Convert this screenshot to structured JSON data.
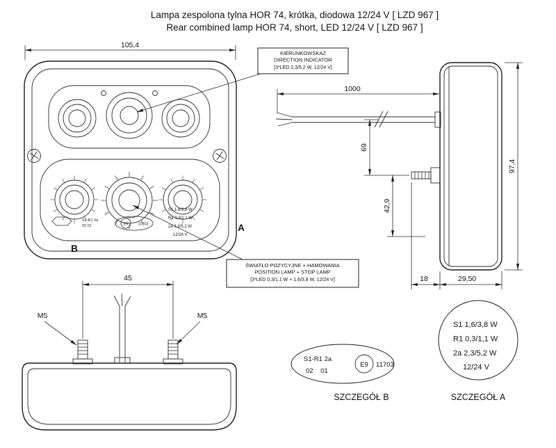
{
  "palette": {
    "ink": "#1a1a1a",
    "background": "#ffffff"
  },
  "title": {
    "line1": "Lampa zespolona tylna HOR 74, krótka, diodowa 12/24 V [ LZD 967 ]",
    "line2": "Rear combined lamp HOR 74, short, LED 12/24 V [ LZD 967 ]"
  },
  "callout_direction": {
    "line1": "KIERUNKOWSKAZ",
    "line2": "DIRECTION INDICATOR",
    "line3": "[3*LED 2,3/5,2 W, 12/24 V]"
  },
  "callout_position": {
    "line1": "ŚWIATŁO POZYCYJNE + HAMOWANIA",
    "line2": "POSITION LAMP + STOP LAMP",
    "line3": "[3*LED 0,3/1,1 W + 1,6/3,8 W, 12/24 V]"
  },
  "dims": {
    "front_width": "105,4",
    "cable_length": "1000",
    "overall_height": "97,4",
    "cable_to_stud": "69",
    "stud_to_base": "42,9",
    "stud_protrusion": "18",
    "body_depth": "29,50",
    "stud_spacing": "45",
    "m5_left": "M5",
    "m5_right": "M5"
  },
  "labels": {
    "view_a": "A",
    "view_b": "B"
  },
  "detail_a": {
    "caption": "SZCZEGÓŁ A",
    "row1": "S1  1,6/3,8 W",
    "row2": "R1  0,3/1,1 W",
    "row3": "2a  2,3/5,2 W",
    "row4": "12/24 V"
  },
  "detail_b": {
    "caption": "SZCZEGÓŁ B",
    "line1": "S1-R1 2a",
    "line2": "02  01",
    "e_mark": "E9",
    "e_number": "11703"
  }
}
